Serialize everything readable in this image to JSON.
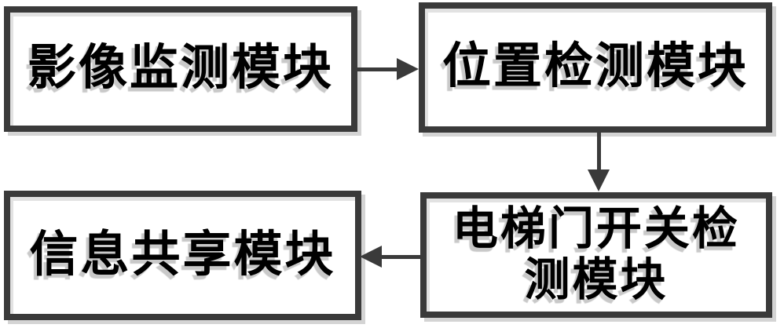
{
  "diagram": {
    "background_color": "#ffffff",
    "border_color": "#3a3a3a",
    "shadow_color": "#c9c9c9",
    "text_color": "#000000",
    "nodes": [
      {
        "id": "image-monitoring",
        "label": "影像监测模块"
      },
      {
        "id": "position-detection",
        "label": "位置检测模块"
      },
      {
        "id": "door-switch-detection",
        "label": "电梯门开关检\n测模块"
      },
      {
        "id": "information-sharing",
        "label": "信息共享模块"
      }
    ],
    "edges": [
      {
        "from": "image-monitoring",
        "to": "position-detection",
        "direction": "right"
      },
      {
        "from": "position-detection",
        "to": "door-switch-detection",
        "direction": "down"
      },
      {
        "from": "door-switch-detection",
        "to": "information-sharing",
        "direction": "left"
      }
    ]
  }
}
